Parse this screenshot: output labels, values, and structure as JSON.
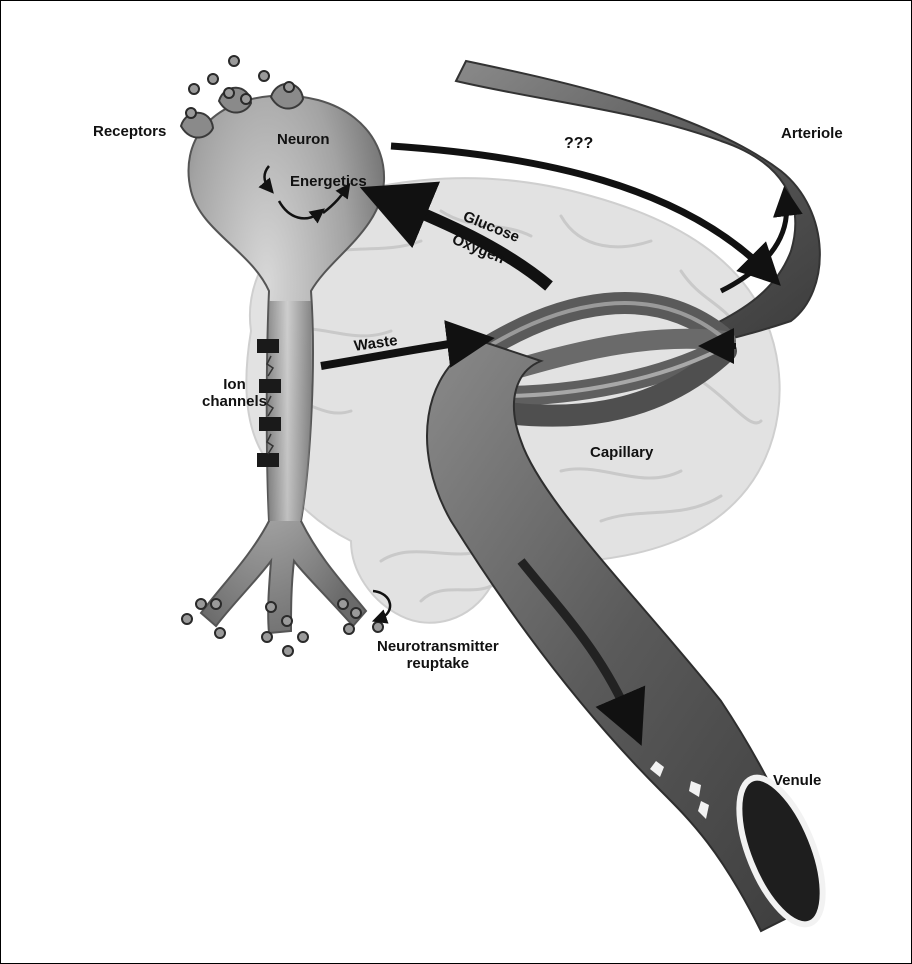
{
  "labels": {
    "receptors": "Receptors",
    "neuron": "Neuron",
    "energetics": "Energetics",
    "question": "???",
    "arteriole": "Arteriole",
    "glucose": "Glucose",
    "oxygen": "Oxygen",
    "waste": "Waste",
    "ion_channels_line1": "Ion",
    "ion_channels_line2": "channels",
    "capillary": "Capillary",
    "reuptake_line1": "Neurotransmitter",
    "reuptake_line2": "reuptake",
    "venule": "Venule"
  },
  "colors": {
    "brain": "#e2e2e2",
    "brain_fold": "#c9c9c9",
    "neuron": "#9a9a9a",
    "vessel": "#6f6f6f",
    "arrow": "#111111"
  }
}
